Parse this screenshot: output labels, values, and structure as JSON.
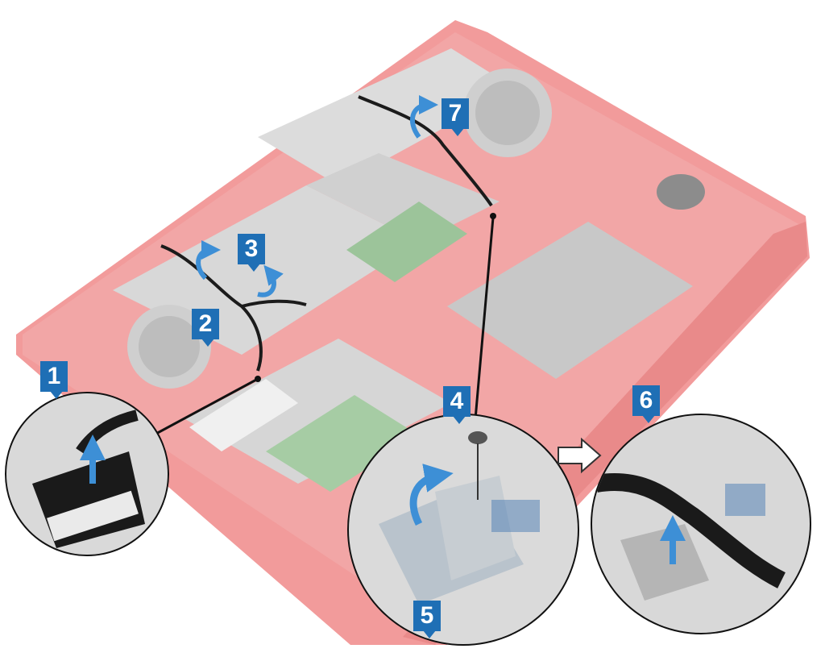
{
  "diagram": {
    "steps": [
      "1",
      "2",
      "3",
      "4",
      "5",
      "6",
      "7"
    ],
    "colors": {
      "chassis": "#f08b8b",
      "chassis_dark": "#e46d6d",
      "board": "#d4d4d4",
      "callout_blue": "#1f6fb5",
      "arrow_blue": "#3d8fd6",
      "cable": "#1b1b1b"
    },
    "icons": [
      "screw-icon",
      "lift-arrow-icon",
      "rotate-arrow-icon",
      "next-arrow-icon"
    ]
  }
}
